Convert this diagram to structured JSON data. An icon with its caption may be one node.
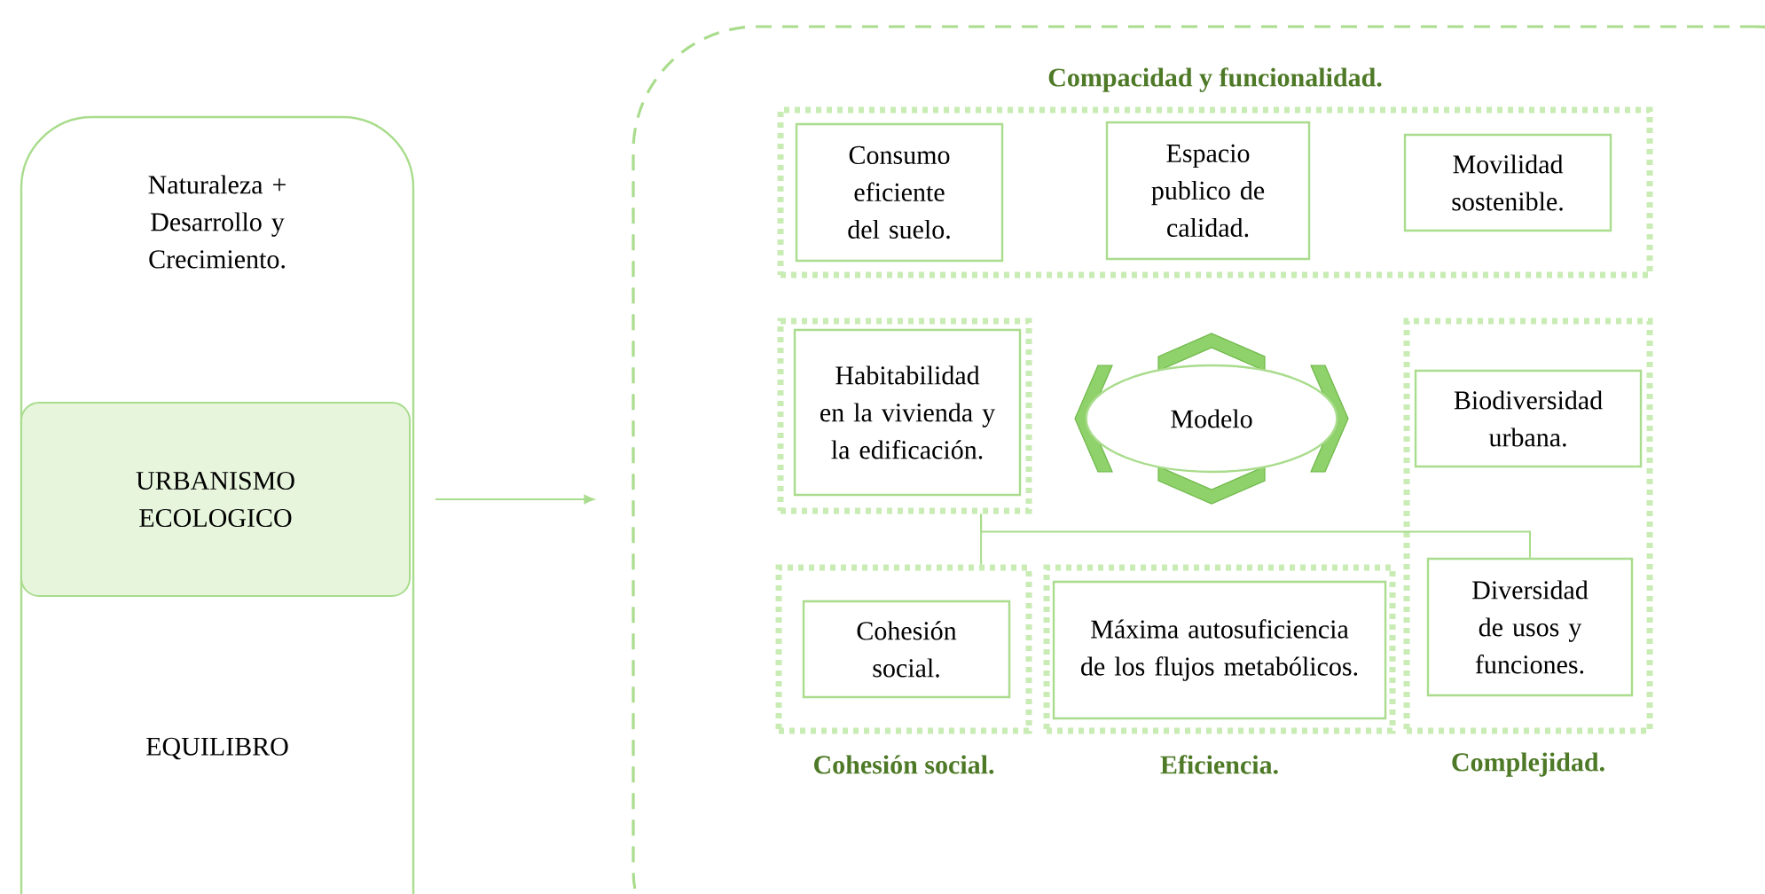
{
  "diagram": {
    "nodes": [
      {
        "text": [
          "Naturaleza + Desarrollo y Crecimiento.",
          "EQUILIBRO"
        ]
      },
      {
        "text": [
          "URBANISMO ECOLOGICO"
        ],
        "in": 0
      },
      {
        "text": [],
        "shape": "box"
      },
      {
        "text": [
          "Compacidad y funcionalidad."
        ],
        "in": 2
      },
      {
        "text": [
          "Consumo eficiente del suelo."
        ],
        "in": 3
      },
      {
        "text": [
          "Espacio publico de calidad."
        ],
        "in": 3
      },
      {
        "text": [
          "Movilidad sostenible."
        ],
        "in": 3
      },
      {
        "text": [],
        "shape": "box",
        "in": 2
      },
      {
        "text": [
          "Habitabilidad en la vivienda y la edificación."
        ],
        "in": 7
      },
      {
        "text": [
          "Modelo"
        ],
        "in": 2
      },
      {
        "text": [
          "Complejidad."
        ],
        "in": 2
      },
      {
        "text": [
          "Biodiversidad urbana."
        ],
        "in": 10
      },
      {
        "text": [
          "Diversidad de usos y funciones."
        ],
        "in": 10
      },
      {
        "text": [
          "Cohesión social."
        ],
        "in": 2
      },
      {
        "text": [
          "Cohesión social."
        ],
        "in": 13
      },
      {
        "text": [
          "Eficiencia."
        ],
        "in": 2
      },
      {
        "text": [
          "Máxima autosuficiencia de los flujos metabólicos."
        ],
        "in": 15
      }
    ],
    "edges": [
      {
        "from": 1,
        "to": 2,
        "arrow": "to"
      },
      {
        "from": 7,
        "to": 13,
        "arrow": "none"
      },
      {
        "from": 7,
        "to": 12,
        "arrow": "none"
      }
    ]
  }
}
